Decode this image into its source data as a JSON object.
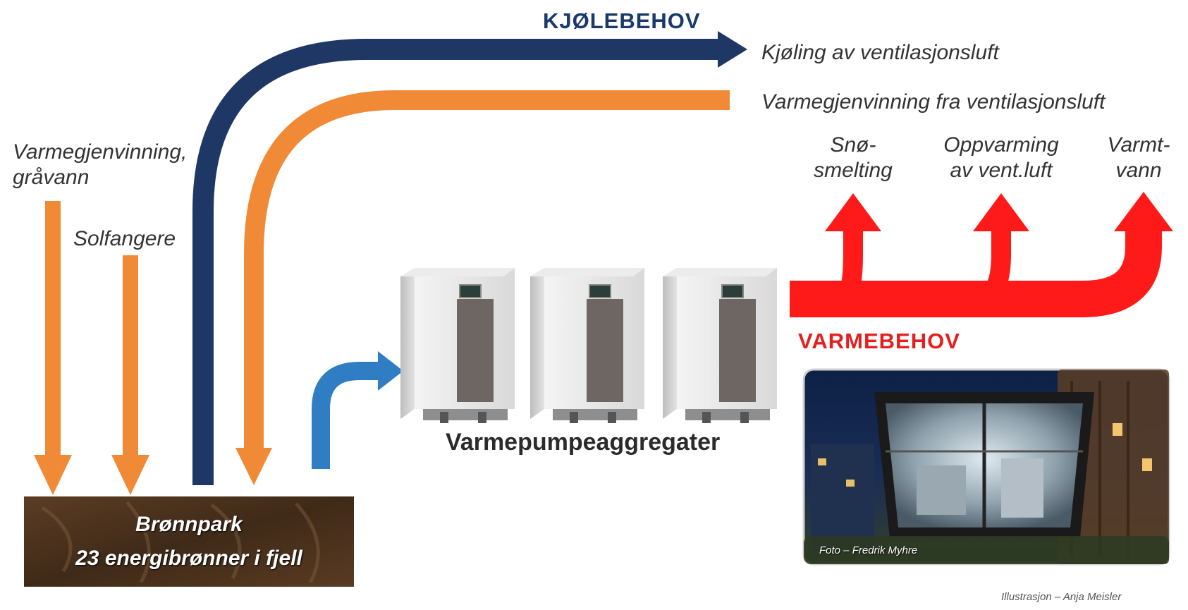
{
  "headings": {
    "cooling": "KJØLEBEHOV",
    "heating": "VARMEBEHOV"
  },
  "labels": {
    "cooling_ventilation": "Kjøling av ventilasjonsluft",
    "heat_recovery_ventilation": "Varmegjenvinning fra ventilasjonsluft",
    "heat_recovery_greywater_line1": "Varmegjenvinning,",
    "heat_recovery_greywater_line2": "gråvann",
    "solar_collectors": "Solfangere",
    "snow_melting_line1": "Snø-",
    "snow_melting_line2": "smelting",
    "heating_ventilation_line1": "Oppvarming",
    "heating_ventilation_line2": "av vent.luft",
    "hot_water_line1": "Varmt-",
    "hot_water_line2": "vann",
    "heat_pumps": "Varmepumpeaggregater"
  },
  "well_park": {
    "line1": "Brønnpark",
    "line2": "23 energibrønner i fjell"
  },
  "credits": {
    "photo": "Foto – Fredrik Myhre",
    "illustration": "Illustrasjon – Anja Meisler"
  },
  "colors": {
    "navy": "#1e3764",
    "orange": "#f08a37",
    "red": "#ff1a1a",
    "blue": "#2f7ec4",
    "brown": "#4e3420",
    "heading_navy": "#1b3a6b",
    "heading_red": "#e61e1e"
  },
  "heat_pump_units": 3
}
